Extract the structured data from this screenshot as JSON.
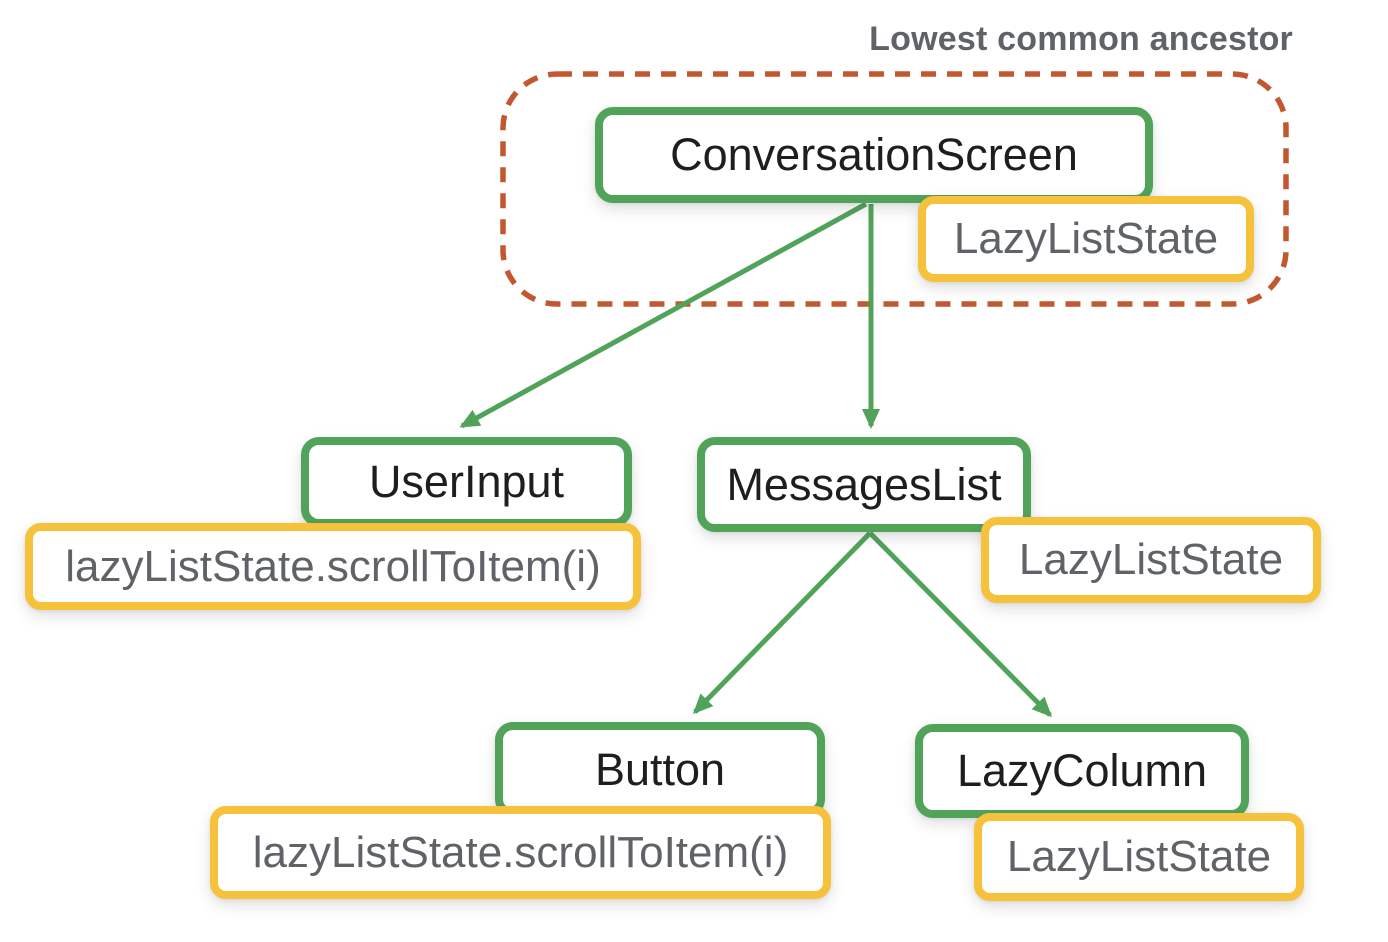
{
  "annotation": {
    "label": "Lowest common ancestor"
  },
  "nodes": {
    "conversation_screen": {
      "label": "ConversationScreen"
    },
    "conversation_screen_state": {
      "label": "LazyListState"
    },
    "user_input": {
      "label": "UserInput"
    },
    "user_input_event": {
      "label": "lazyListState.scrollToItem(i)"
    },
    "messages_list": {
      "label": "MessagesList"
    },
    "messages_list_state": {
      "label": "LazyListState"
    },
    "button": {
      "label": "Button"
    },
    "button_event": {
      "label": "lazyListState.scrollToItem(i)"
    },
    "lazy_column": {
      "label": "LazyColumn"
    },
    "lazy_column_state": {
      "label": "LazyListState"
    }
  },
  "colors": {
    "green": "#52A35A",
    "yellow": "#F6C23C",
    "orange": "#C1582F",
    "gray-text": "#5F6368",
    "dark-text": "#1E1E1E",
    "bg": "#FFFFFF"
  }
}
